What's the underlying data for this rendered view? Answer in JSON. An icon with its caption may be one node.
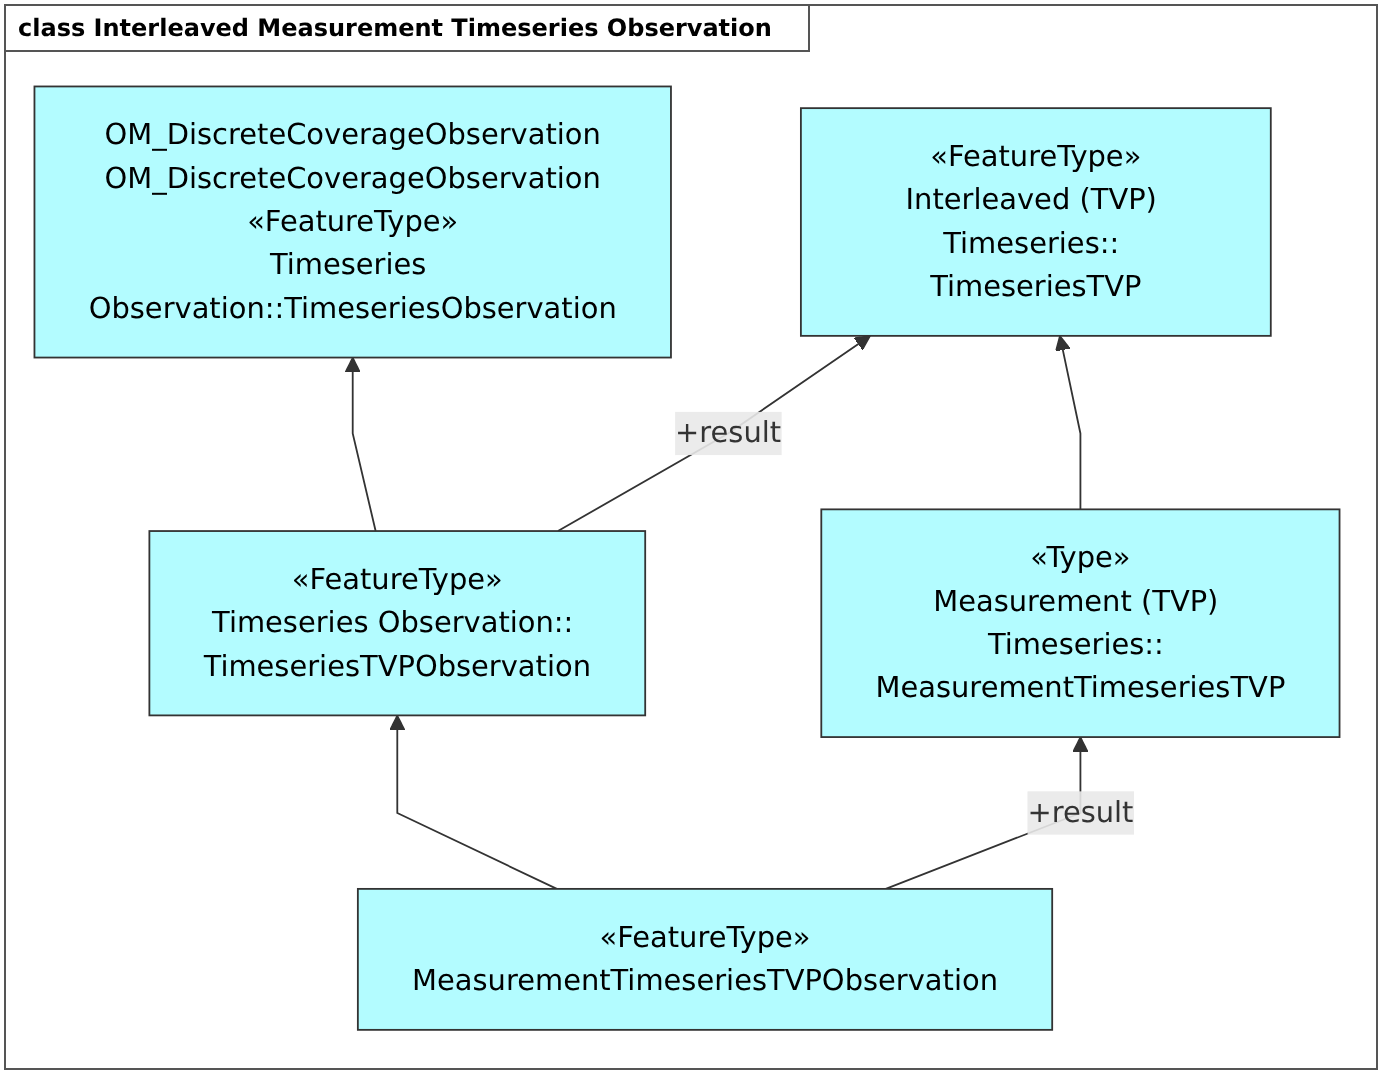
{
  "diagram": {
    "title": "class Interleaved Measurement Timeseries Observation",
    "nodes": [
      {
        "text": [
          "OM_DiscreteCoverageObservation",
          "OM_DiscreteCoverageObservation",
          "«FeatureType»",
          "Timeseries Observation::TimeseriesObservation"
        ]
      },
      {
        "text": [
          "«FeatureType»",
          "Timeseries Observation:: TimeseriesTVPObservation"
        ]
      },
      {
        "text": [
          "«FeatureType»",
          "Interleaved (TVP) Timeseries:: TimeseriesTVP"
        ]
      },
      {
        "text": [
          "«FeatureType»",
          "MeasurementTimeseriesTVPObservation"
        ]
      },
      {
        "text": [
          "«Type»",
          "Measurement (TVP) Timeseries:: MeasurementTimeseriesTVP"
        ]
      }
    ],
    "edges": [
      {
        "from": 1,
        "to": 0,
        "arrow": "to"
      },
      {
        "from": 1,
        "to": 2,
        "arrow": "to",
        "label": "+result"
      },
      {
        "from": 3,
        "to": 1,
        "arrow": "to"
      },
      {
        "from": 3,
        "to": 4,
        "arrow": "to",
        "label": "+result"
      },
      {
        "from": 4,
        "to": 2,
        "arrow": "to"
      }
    ]
  }
}
